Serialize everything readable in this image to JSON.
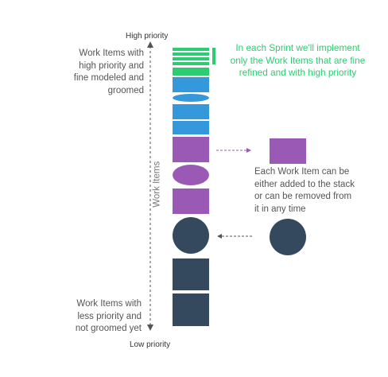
{
  "axis": {
    "top_label": "High priority",
    "bottom_label": "Low priority",
    "side_label": "Work Items"
  },
  "notes": {
    "top_left": [
      "Work Items with",
      "high priority and",
      "fine modeled and",
      "groomed"
    ],
    "bottom_left": [
      "Work Items with",
      "less priority and",
      "not groomed yet"
    ],
    "sprint": [
      "In each Sprint we'll implement",
      "only the Work Items that are fine",
      "refined and with high priority"
    ],
    "stack_info": [
      "Each Work Item can be",
      "either added to the stack",
      "or can be removed from",
      "it in any time"
    ]
  },
  "colors": {
    "green": "#2ecc71",
    "blue": "#3498db",
    "purple": "#9b59b6",
    "dark": "#34495e",
    "arrow": "#555555"
  }
}
